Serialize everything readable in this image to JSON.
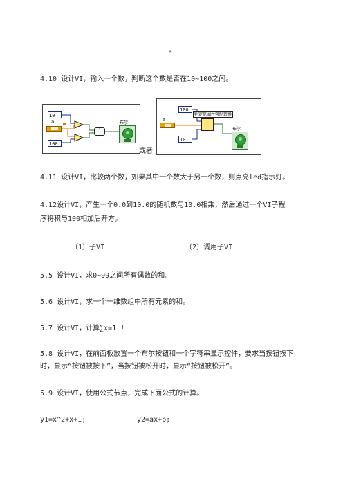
{
  "page": {
    "mark": "a",
    "q410": "4.10 设计VI，输入一个数，判断这个数是否在10~100之间。",
    "or_text": "或者",
    "q411": "4.11 设计VI，比较两个数，如果其中一个数大于另一个数，则点亮led指示灯。",
    "q412_line1": "4.12设计VI，产生一个0.0到10.0的随机数与10.0相乘，然后通过一个VI子程",
    "q412_line2": "序将积与100相加后开方。",
    "sub_vi": "（1）子VI",
    "call_sub_vi": "（2）调用子VI",
    "q55": "5.5 设计VI，求0~99之间所有偶数的和。",
    "q56": "5.6 设计VI，求一个一维数组中所有元素的和。",
    "q57": "5.7 设计VI，计算∑x=1  !",
    "q58_line1": "5.8 设计VI，在前面板放置一个布尔按钮和一个字符串显示控件，要求当按钮按下",
    "q58_line2": "时，显示“按钮被按下”，当按钮被松开时，显示“按钮被松开”。",
    "q59": "5.9 设计VI，使用公式节点，完成下面公式的计算。",
    "formula1": "y1=x^2+x+1;",
    "formula2": "y2=ax+b;"
  },
  "diagram_left": {
    "const_top": "10",
    "const_bottom": "100",
    "input_label": "a",
    "and_label": "^",
    "bool_label": "布尔"
  },
  "diagram_right": {
    "const_top": "100",
    "const_bottom": "10",
    "input_label": "a",
    "func_label": "判定范围并强制转换",
    "bool_label": "布尔"
  }
}
